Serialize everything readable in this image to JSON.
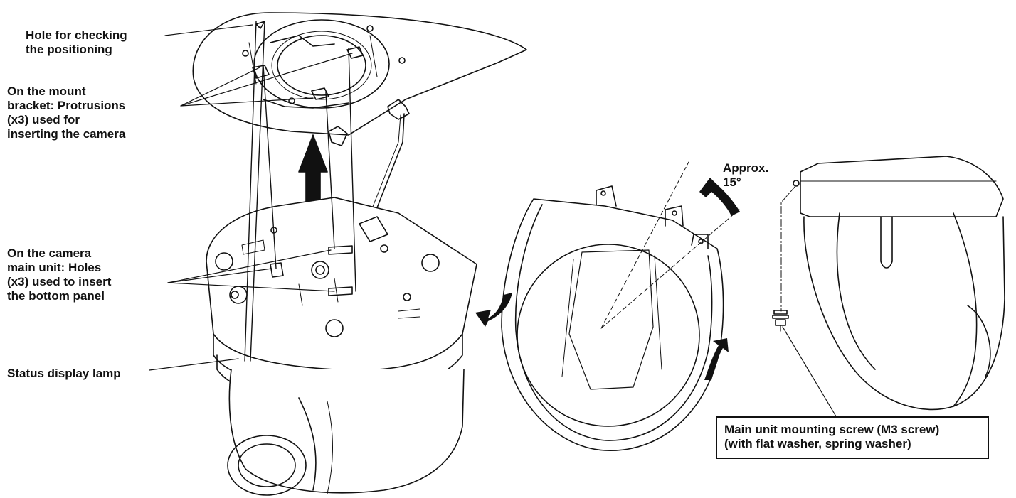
{
  "labels": {
    "positioning_hole": [
      "Hole for checking",
      "the positioning"
    ],
    "bracket_protrusions": [
      "On the mount",
      "bracket: Protrusions",
      "(x3) used for",
      "inserting the camera"
    ],
    "camera_holes": [
      "On the camera",
      "main unit: Holes",
      "(x3) used to insert",
      "the bottom panel"
    ],
    "status_lamp": [
      "Status display lamp"
    ],
    "angle": [
      "Approx.",
      "15°"
    ],
    "mounting_screw": [
      "Main unit mounting screw (M3 screw)",
      "(with flat washer, spring washer)"
    ]
  },
  "colors": {
    "line": "#111111",
    "background": "#ffffff"
  }
}
